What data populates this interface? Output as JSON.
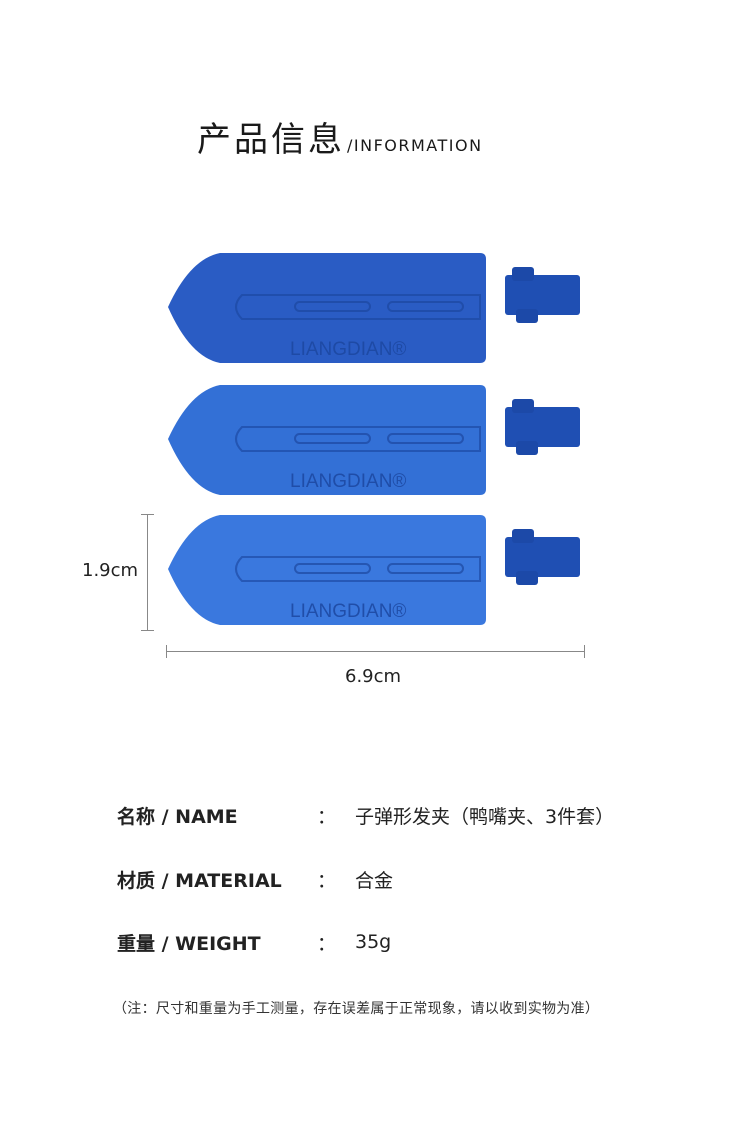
{
  "header": {
    "title_cn": "产品信息",
    "title_en": "/INFORMATION"
  },
  "product": {
    "brand_mark": "LIANGDIAN®",
    "color": "#2f63c9",
    "count": 3
  },
  "dimensions": {
    "height_label": "1.9cm",
    "width_label": "6.9cm"
  },
  "specs": [
    {
      "label": "名称 / NAME",
      "colon": "：",
      "value": "子弹形发夹（鸭嘴夹、3件套）"
    },
    {
      "label": "材质 / MATERIAL",
      "colon": "：",
      "value": "合金"
    },
    {
      "label": "重量 / WEIGHT",
      "colon": "：",
      "value": "35g"
    }
  ],
  "note": "（注：尺寸和重量为手工测量，存在误差属于正常现象，请以收到实物为准）"
}
